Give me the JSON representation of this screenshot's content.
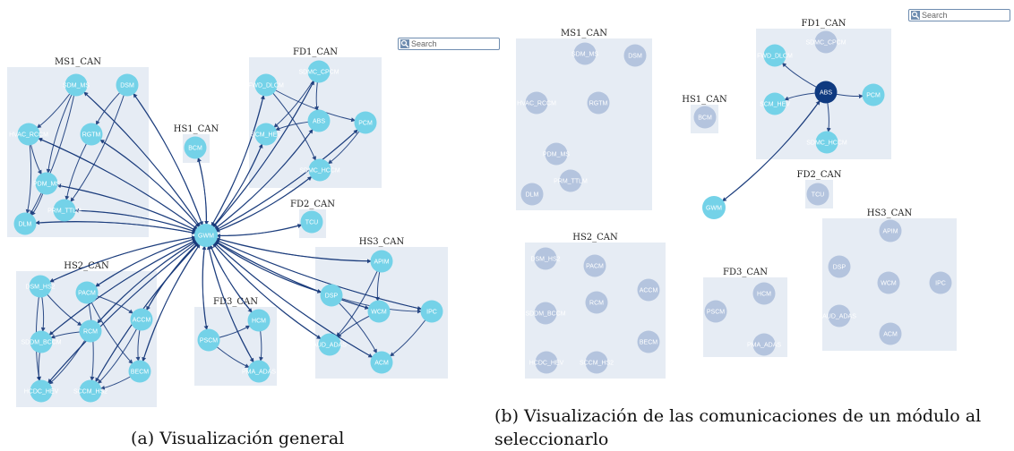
{
  "panels": [
    {
      "id": "a",
      "caption": "(a) Visualización general",
      "search": {
        "placeholder": "Search"
      },
      "selected": null,
      "groups": [
        {
          "id": "MS1_CAN",
          "label": "MS1_CAN",
          "nodes": [
            "SDM_MS",
            "DSM",
            "HVAC_RCCM",
            "RGTM",
            "PDM_MS",
            "PRM_TTLM",
            "DLM"
          ]
        },
        {
          "id": "HS1_CAN",
          "label": "HS1_CAN",
          "nodes": [
            "BCM"
          ]
        },
        {
          "id": "FD1_CAN",
          "label": "FD1_CAN",
          "nodes": [
            "SDMC_CPCM",
            "FWD_DLCM",
            "ABS",
            "PCM",
            "SCM_HEV",
            "SDMC_HCCM"
          ]
        },
        {
          "id": "FD2_CAN",
          "label": "FD2_CAN",
          "nodes": [
            "TCU"
          ]
        },
        {
          "id": "HS3_CAN",
          "label": "HS3_CAN",
          "nodes": [
            "APIM",
            "DSP",
            "WCM",
            "IPC",
            "AUD_ADAS",
            "ACM"
          ]
        },
        {
          "id": "HS2_CAN",
          "label": "HS2_CAN",
          "nodes": [
            "DSM_HS2",
            "PACM",
            "RCM",
            "ACCM",
            "SDDM_BCCM",
            "BECM",
            "HCDC_HEV",
            "SCCM_HS2"
          ]
        },
        {
          "id": "FD3_CAN",
          "label": "FD3_CAN",
          "nodes": [
            "HCM",
            "PSCM",
            "PMA_ADAS"
          ]
        }
      ],
      "gateway": {
        "label": "GWM"
      }
    },
    {
      "id": "b",
      "caption": "(b) Visualización de las comunicaciones de un módulo al seleccionarlo",
      "search": {
        "placeholder": "Search"
      },
      "selected": "ABS",
      "groups": [
        {
          "id": "MS1_CAN",
          "label": "MS1_CAN",
          "nodes": [
            "SDM_MS",
            "DSM",
            "HVAC_RCCM",
            "RGTM",
            "PDM_MS",
            "PRM_TTLM",
            "DLM"
          ]
        },
        {
          "id": "HS1_CAN",
          "label": "HS1_CAN",
          "nodes": [
            "BCM"
          ]
        },
        {
          "id": "FD1_CAN",
          "label": "FD1_CAN",
          "nodes": [
            "SDMC_CPCM",
            "FWD_DLCM",
            "ABS",
            "PCM",
            "SCM_HEV",
            "SDMC_HCCM"
          ]
        },
        {
          "id": "FD2_CAN",
          "label": "FD2_CAN",
          "nodes": [
            "TCU"
          ]
        },
        {
          "id": "HS2_CAN",
          "label": "HS2_CAN",
          "nodes": [
            "DSM_HS2",
            "PACM",
            "ACCM",
            "RCM",
            "SDDM_BCCM",
            "BECM",
            "HCDC_HEV",
            "SCCM_HS2"
          ]
        },
        {
          "id": "FD3_CAN",
          "label": "FD3_CAN",
          "nodes": [
            "HCM",
            "PSCM",
            "PMA_ADAS"
          ]
        },
        {
          "id": "HS3_CAN",
          "label": "HS3_CAN",
          "nodes": [
            "APIM",
            "DSP",
            "WCM",
            "IPC",
            "AUD_ADAS",
            "ACM"
          ]
        }
      ],
      "gateway": {
        "label": "GWM"
      }
    }
  ],
  "colors": {
    "group_fill": "#e6ecf4",
    "active_node": "#74d2e8",
    "dim_node": "#b4c4de",
    "selected_node": "#0f3a80",
    "edge": "#17397a",
    "label_text": "#ffffff"
  }
}
